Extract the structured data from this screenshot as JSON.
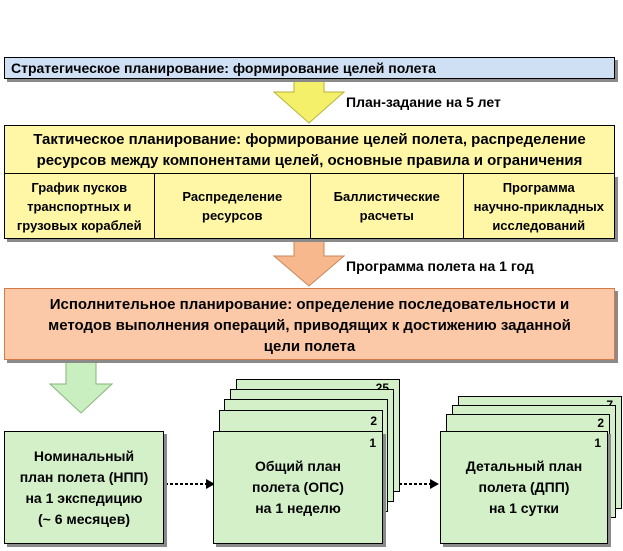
{
  "strategic": {
    "text": "Стратегическое планирование: формирование целей полета"
  },
  "arrow1_label": "План-задание на 5 лет",
  "tactical": {
    "line1": "Тактическое планирование: формирование целей полета, распределение",
    "line2": "ресурсов между компонентами целей, основные правила и ограничения",
    "cells": [
      {
        "lines": [
          "График пусков",
          "транспортных и",
          "грузовых кораблей"
        ]
      },
      {
        "lines": [
          "Распределение",
          "ресурсов"
        ]
      },
      {
        "lines": [
          "Баллистические",
          "расчеты"
        ]
      },
      {
        "lines": [
          "Программа",
          "научно-прикладных",
          "исследований"
        ]
      }
    ]
  },
  "arrow2_label": "Программа полета на 1 год",
  "executive": {
    "line1": "Исполнительное планирование: определение последовательности и",
    "line2": "методов выполнения операций, приводящих к достижению заданной",
    "line3": "цели полета"
  },
  "plans": [
    {
      "lines": [
        "Номинальный",
        "план полета (НПП)",
        "на 1 экспедицию",
        "(~ 6 месяцев)"
      ]
    },
    {
      "lines": [
        "Общий план",
        "полета (ОПС)",
        "на 1 неделю"
      ],
      "pages": {
        "first": "1",
        "second": "2",
        "last": "25"
      }
    },
    {
      "lines": [
        "Детальный план",
        "полета (ДПП)",
        "на 1 сутки"
      ],
      "pages": {
        "first": "1",
        "second": "2",
        "last": "7"
      }
    }
  ],
  "colors": {
    "strategic_bg": "#cfe0f4",
    "tactical_bg": "#fff7a6",
    "executive_bg": "#fbc8a8",
    "plan_bg": "#d3f0c8",
    "arrow_yellow": "#f5f06a",
    "arrow_orange": "#f8b88e",
    "arrow_green": "#c9efc0"
  }
}
